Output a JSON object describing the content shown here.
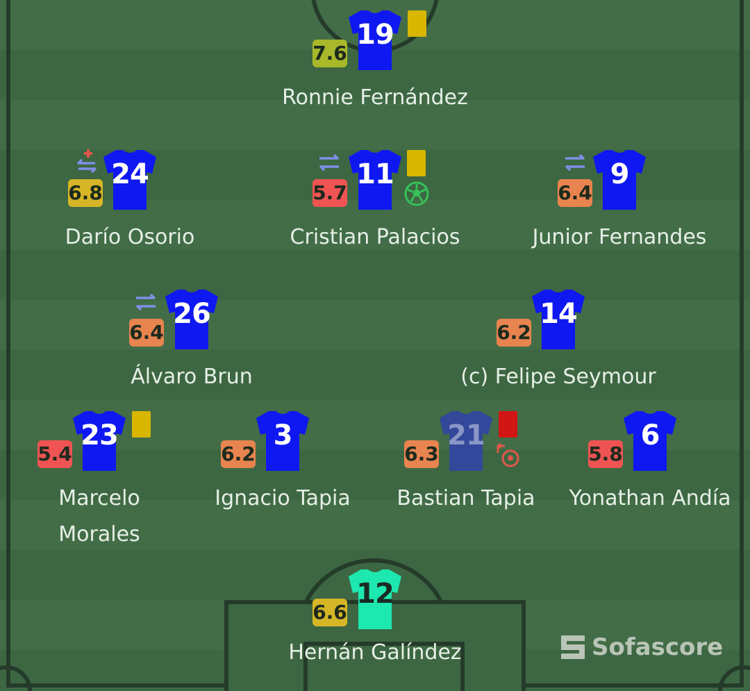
{
  "colors": {
    "outfield_shirt": "#0f18f0",
    "red_card_shirt": "#33489a",
    "keeper_shirt": "#1de8b0",
    "rating_green": "#a8b82a",
    "rating_yellow": "#d6b526",
    "rating_orange": "#e8844f",
    "rating_red": "#ef5453",
    "yellow_card": "#d9b600",
    "red_card": "#d21515"
  },
  "players": [
    {
      "number": "19",
      "name": "Ronnie Fernández",
      "rating": "7.6",
      "rating_color": "rating_green",
      "events": [
        "yellow-card"
      ]
    },
    {
      "number": "24",
      "name": "Darío Osorio",
      "rating": "6.8",
      "rating_color": "rating_yellow",
      "events": [
        "injury-substitution"
      ]
    },
    {
      "number": "11",
      "name": "Cristian Palacios",
      "rating": "5.7",
      "rating_color": "rating_red",
      "events": [
        "substitution",
        "yellow-card",
        "goal"
      ]
    },
    {
      "number": "9",
      "name": "Junior Fernandes",
      "rating": "6.4",
      "rating_color": "rating_orange",
      "events": [
        "substitution"
      ]
    },
    {
      "number": "26",
      "name": "Álvaro Brun",
      "rating": "6.4",
      "rating_color": "rating_orange",
      "events": [
        "substitution"
      ]
    },
    {
      "number": "14",
      "name": "(c) Felipe Seymour",
      "rating": "6.2",
      "rating_color": "rating_orange",
      "events": []
    },
    {
      "number": "23",
      "name_line1": "Marcelo",
      "name_line2": "Morales",
      "rating": "5.4",
      "rating_color": "rating_red",
      "events": [
        "yellow-card"
      ]
    },
    {
      "number": "3",
      "name": "Ignacio Tapia",
      "rating": "6.2",
      "rating_color": "rating_orange",
      "events": []
    },
    {
      "number": "21",
      "name": "Bastian Tapia",
      "rating": "6.3",
      "rating_color": "rating_orange",
      "events": [
        "red-card",
        "own-goal"
      ]
    },
    {
      "number": "6",
      "name": "Yonathan Andía",
      "rating": "5.8",
      "rating_color": "rating_red",
      "events": []
    },
    {
      "number": "12",
      "name": "Hernán Galíndez",
      "rating": "6.6",
      "rating_color": "rating_yellow",
      "events": [],
      "position": "goalkeeper"
    }
  ],
  "branding": {
    "logo_text": "Sofascore",
    "logo_icon": "sofascore-logo-icon"
  }
}
